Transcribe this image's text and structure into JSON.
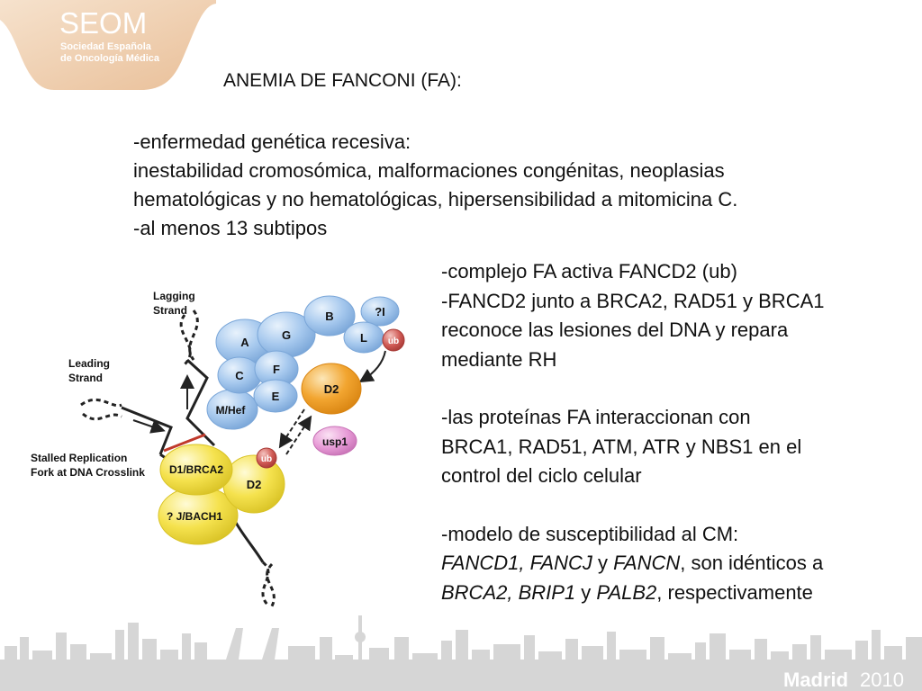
{
  "logo": {
    "name": "SEOM",
    "subtitle_line1": "Sociedad Española",
    "subtitle_line2": "de Oncología Médica"
  },
  "footer": {
    "city": "Madrid",
    "year": "2010"
  },
  "title": "ANEMIA DE FANCONI (FA):",
  "intro": {
    "line1": "-enfermedad genética recesiva:",
    "line2": "inestabilidad cromosómica, malformaciones congénitas, neoplasias",
    "line3": "hematológicas y no hematológicas, hipersensibilidad a mitomicina C.",
    "line4": "-al menos 13 subtipos"
  },
  "right": {
    "b1_line1": "-complejo FA activa FANCD2 (ub)",
    "b2_line1": "-FANCD2 junto a BRCA2, RAD51 y BRCA1",
    "b2_line2": "reconoce las lesiones del DNA y repara",
    "b2_line3": "mediante RH",
    "b3_line1": "-las proteínas FA interaccionan con",
    "b3_line2": "BRCA1, RAD51, ATM, ATR y NBS1 en el",
    "b3_line3": "control del ciclo celular",
    "b4_line1": "-modelo de susceptibilidad al CM:",
    "b4_l2_g1": "FANCD1, FANCJ",
    "b4_l2_t1": " y ",
    "b4_l2_g2": "FANCN",
    "b4_l2_t2": ", son idénticos a",
    "b4_l3_g1": "BRCA2, BRIP1",
    "b4_l3_t1": " y ",
    "b4_l3_g2": "PALB2",
    "b4_l3_t2": ", respectivamente"
  },
  "diagram": {
    "lagging_line1": "Lagging",
    "lagging_line2": "Strand",
    "leading_line1": "Leading",
    "leading_line2": "Strand",
    "stalled_line1": "Stalled Replication",
    "stalled_line2": "Fork at DNA Crosslink",
    "nodes": {
      "a": "A",
      "g": "G",
      "b": "B",
      "qi": "?I",
      "l": "L",
      "ub_top": "ub",
      "c": "C",
      "f": "F",
      "e": "E",
      "mhef": "M/Hef",
      "d2_orange": "D2",
      "usp1": "usp1",
      "ub_low": "ub",
      "d1": "D1/BRCA2",
      "d2_yellow": "D2",
      "jbach": "? J/BACH1"
    },
    "colors": {
      "blue_protein": "#a7c9ee",
      "orange_protein": "#f2a530",
      "yellow_protein": "#f5e24e",
      "usp1_pink": "#e79ad6",
      "ub_red": "#d05a55",
      "logo_bg": "#f1d4b8",
      "skyline": "#c9c9c9"
    }
  }
}
